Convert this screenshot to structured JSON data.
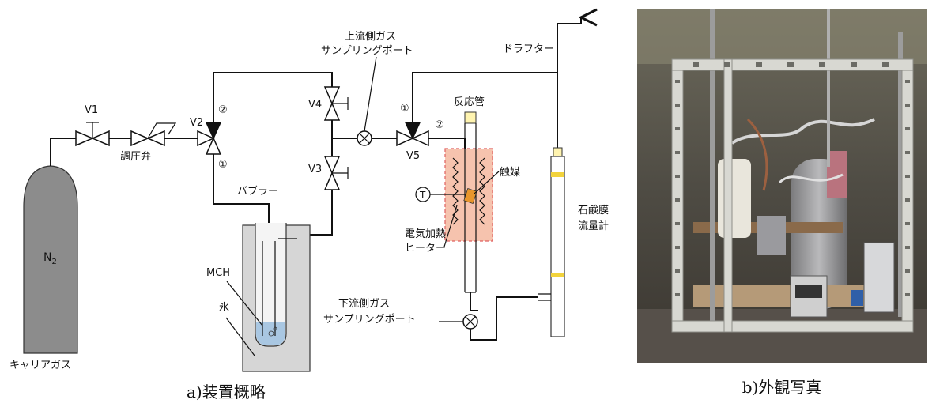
{
  "diagram": {
    "caption": "a)装置概略",
    "labels": {
      "v1": "V1",
      "v2": "V2",
      "v3": "V3",
      "v4": "V4",
      "v5": "V5",
      "regulator": "調圧弁",
      "bubbler": "バブラー",
      "carrier_gas": "キャリアガス",
      "n2": "N",
      "n2_sub": "2",
      "mch": "MCH",
      "ice": "氷",
      "upstream_line1": "上流側ガス",
      "upstream_line2": "サンプリングポート",
      "downstream_line1": "下流側ガス",
      "downstream_line2": "サンプリングポート",
      "draft": "ドラフター",
      "reactor": "反応管",
      "catalyst": "触媒",
      "heater_line1": "電気加熱",
      "heater_line2": "ヒーター",
      "flowmeter_line1": "石鹸膜",
      "flowmeter_line2": "流量計",
      "thermo": "T",
      "port1_v2": "①",
      "port2_v2": "②",
      "port1_v5": "①",
      "port2_v5": "②"
    }
  },
  "photo": {
    "caption": "b)外観写真"
  }
}
